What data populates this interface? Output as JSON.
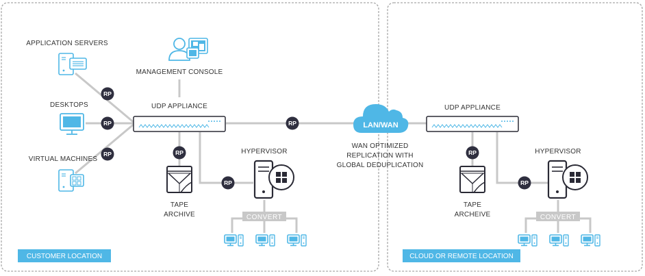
{
  "labels": {
    "app_servers": "APPLICATION SERVERS",
    "desktops": "DESKTOPS",
    "virtual_machines": "VIRTUAL MACHINES",
    "management_console": "MANAGEMENT CONSOLE",
    "udp_appliance_left": "UDP APPLIANCE",
    "udp_appliance_right": "UDP APPLIANCE",
    "hypervisor_left": "HYPERVISOR",
    "hypervisor_right": "HYPERVISOR",
    "tape_left_1": "TAPE",
    "tape_left_2": "ARCHIVE",
    "tape_right_1": "TAPE",
    "tape_right_2": "ARCHEIVE",
    "wan_1": "WAN OPTIMIZED",
    "wan_2": "REPLICATION WITH",
    "wan_3": "GLOBAL DEDUPLICATION",
    "cloud": "LAN/WAN",
    "convert": "CONVERT",
    "rp": "RP",
    "customer_location": "CUSTOMER LOCATION",
    "cloud_location": "CLOUD OR REMOTE LOCATION"
  },
  "colors": {
    "accent_blue": "#4fb7e6",
    "rp_dark": "#2f2f3f",
    "line_gray": "#c8c8c8",
    "border_gray": "#a8a8a8",
    "icon_dark": "#2a2a35"
  },
  "icons": [
    "server-icon",
    "desktop-icon",
    "vm-icon",
    "user-console-icon",
    "appliance-icon",
    "tape-icon",
    "hypervisor-icon",
    "cloud-icon",
    "computer-icon"
  ]
}
